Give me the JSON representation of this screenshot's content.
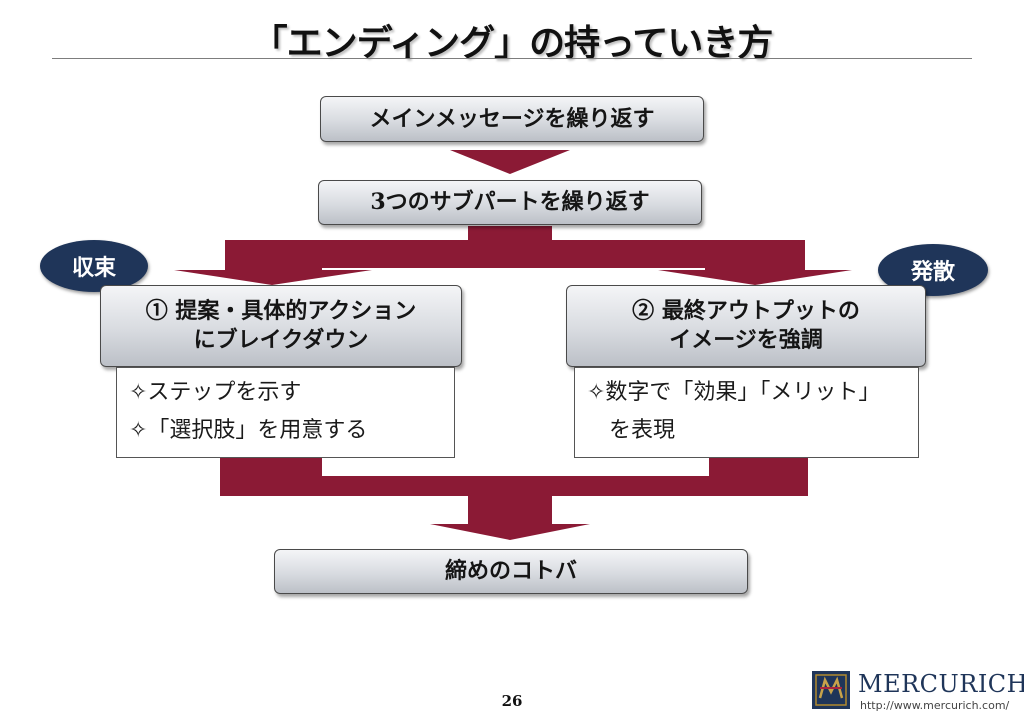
{
  "slide": {
    "title": "「エンディング」の持っていき方",
    "page_number": "26"
  },
  "flow": {
    "main_message": "メインメッセージを繰り返す",
    "sub_parts": "3つのサブパートを繰り返す",
    "left": {
      "tag": "収束",
      "title_line1": "① 提案・具体的アクション",
      "title_line2": "にブレイクダウン",
      "bullets": [
        "✧ステップを示す",
        "✧「選択肢」を用意する"
      ]
    },
    "right": {
      "tag": "発散",
      "title_line1": "② 最終アウトプットの",
      "title_line2": "イメージを強調",
      "bullets": [
        "✧数字で「効果」「メリット」",
        "　を表現"
      ]
    },
    "closing": "締めのコトバ"
  },
  "brand": {
    "name": "MERCURICH",
    "url": "http://www.mercurich.com/"
  },
  "colors": {
    "arrow": "#8b1a35",
    "tag_bg": "#1f3559",
    "box_border": "#4a4a4a"
  }
}
